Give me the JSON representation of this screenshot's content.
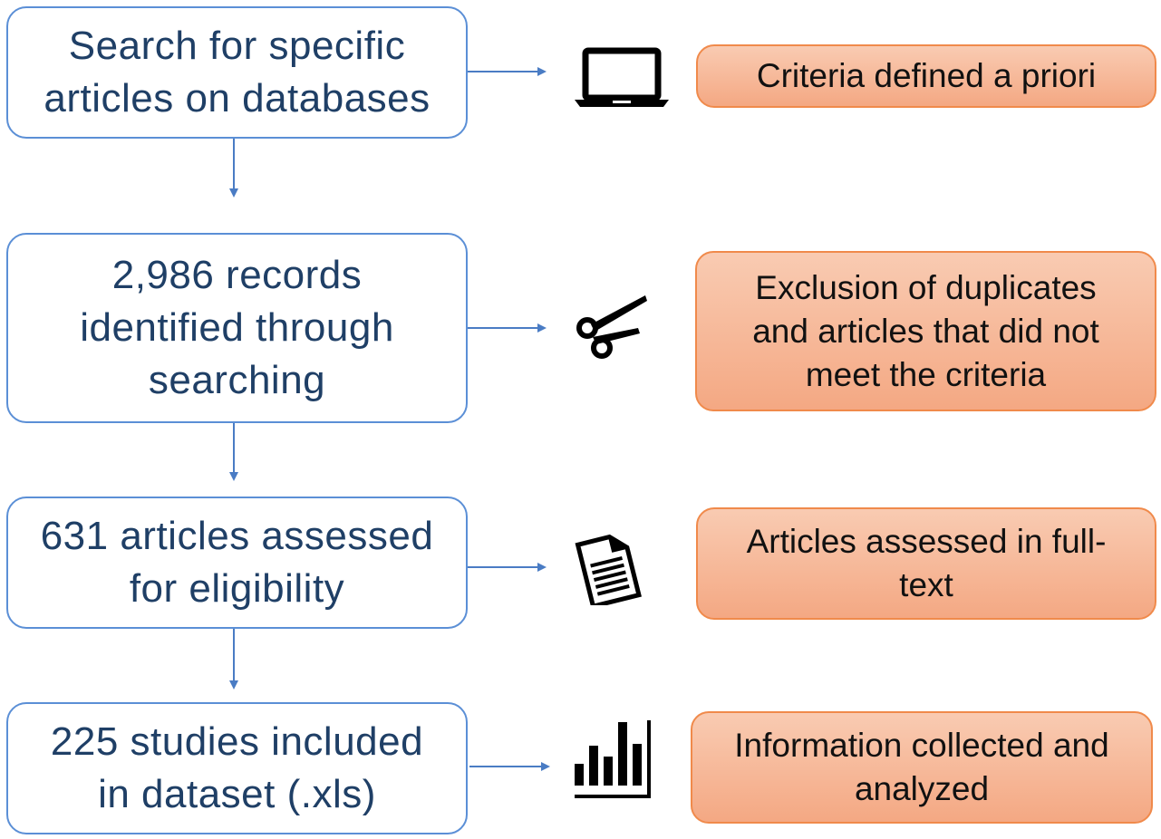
{
  "steps": [
    {
      "text": "Search for specific articles on databases"
    },
    {
      "text": "2,986 records identified through searching"
    },
    {
      "text": "631 articles assessed for eligibility"
    },
    {
      "text": "225 studies included in dataset (.xls)"
    }
  ],
  "notes": [
    {
      "text": "Criteria defined a priori",
      "icon": "laptop-icon"
    },
    {
      "text": "Exclusion of duplicates and articles that did not meet the criteria",
      "icon": "scissors-icon"
    },
    {
      "text": "Articles assessed in full-text",
      "icon": "document-icon"
    },
    {
      "text": "Information collected and analyzed",
      "icon": "bar-chart-icon"
    }
  ],
  "colors": {
    "step_border": "#5b8fd6",
    "step_text": "#1f3f66",
    "note_border": "#f08a4b",
    "note_fill": "#f6b08d",
    "connector": "#4a7cc4"
  }
}
